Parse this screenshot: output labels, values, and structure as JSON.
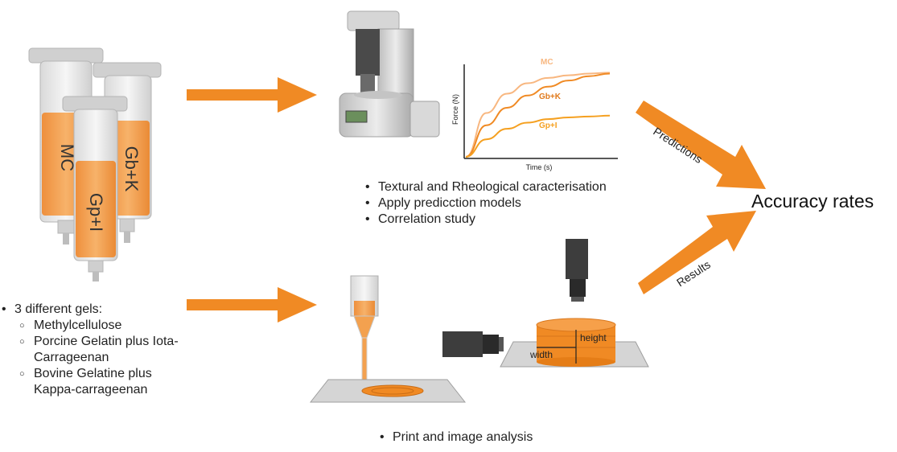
{
  "syringes": {
    "labels": [
      "MC",
      "Gb+K",
      "Gp+I"
    ]
  },
  "gels": {
    "heading": "3 different gels:",
    "items": [
      "Methylcellulose",
      "Porcine Gelatin plus Iota-Carrageenan",
      "Bovine Gelatine plus Kappa-carrageenan"
    ]
  },
  "analysis": {
    "items": [
      "Textural and Rheological caracterisation",
      "Apply predicction models",
      "Correlation study"
    ]
  },
  "print_section": {
    "items": [
      "Print and image analysis"
    ]
  },
  "outcome": {
    "label": "Accuracy rates",
    "arrow_top_label": "Predictions",
    "arrow_bottom_label": "Results"
  },
  "measurement": {
    "height_label": "height",
    "width_label": "width"
  },
  "colors": {
    "orange": "#f08a24",
    "gel_orange": "#f5a04a",
    "light_orange": "#f8b780"
  },
  "chart_data": {
    "type": "line",
    "xlabel": "Time (s)",
    "ylabel": "Force (N)",
    "series": [
      {
        "name": "MC",
        "color": "#f8b780",
        "values": [
          0,
          0.5,
          0.72,
          0.84,
          0.9,
          0.93,
          0.95,
          0.96
        ]
      },
      {
        "name": "Gb+K",
        "color": "#f08a24",
        "values": [
          0,
          0.36,
          0.56,
          0.7,
          0.8,
          0.87,
          0.92,
          0.95
        ]
      },
      {
        "name": "Gp+I",
        "color": "#f5a020",
        "values": [
          0,
          0.2,
          0.32,
          0.39,
          0.43,
          0.45,
          0.46,
          0.47
        ]
      }
    ]
  }
}
